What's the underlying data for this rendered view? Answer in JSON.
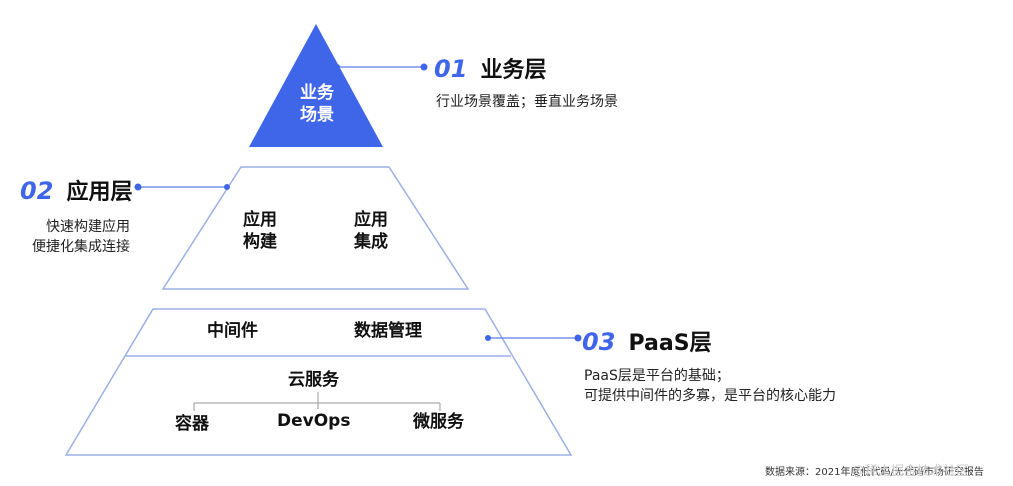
{
  "top": {
    "triangle_label_line1": "业务",
    "triangle_label_line2": "场景",
    "number": "01",
    "title": "业务层",
    "description": "行业场景覆盖；垂直业务场景"
  },
  "middle": {
    "number": "02",
    "title": "应用层",
    "description_line1": "快速构建应用",
    "description_line2": "便捷化集成连接",
    "boxes": [
      {
        "line1": "应用",
        "line2": "构建"
      },
      {
        "line1": "应用",
        "line2": "集成"
      }
    ]
  },
  "bottom": {
    "number": "03",
    "title": "PaaS层",
    "description_line1": "PaaS层是平台的基础；",
    "description_line2": "可提供中间件的多寡，是平台的核心能力",
    "upper_items": [
      "中间件",
      "数据管理"
    ],
    "cloud_label": "云服务",
    "cloud_items": [
      "容器",
      "DevOps",
      "微服务"
    ]
  },
  "source_note": "数据来源：2021年度低代码/无代码市场研究报告",
  "watermark": "@稀土掘金技术社区",
  "colors": {
    "accent": "#3f66e8",
    "outline": "#9bb0e6",
    "connector": "#5a7ee6"
  }
}
